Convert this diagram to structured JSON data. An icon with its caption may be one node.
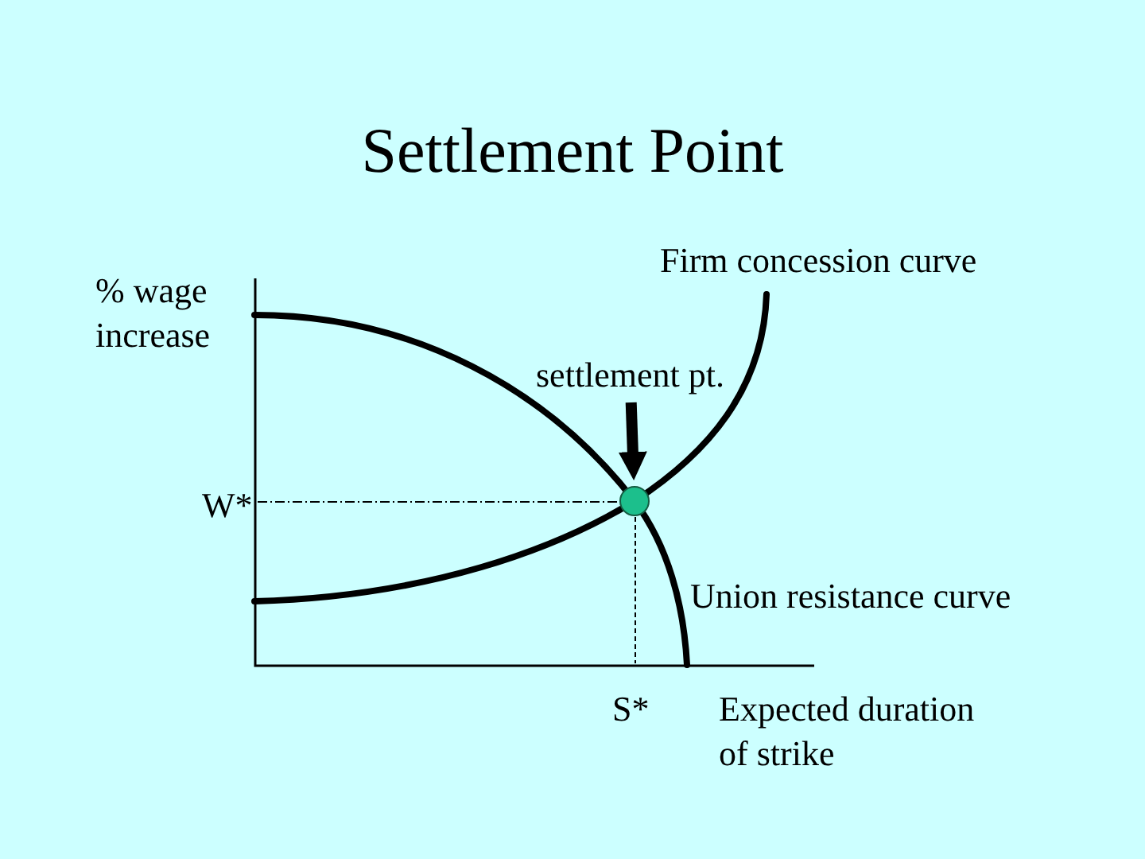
{
  "diagram": {
    "title": "Settlement Point",
    "nodes": [
      {
        "text": [
          "settlement pt."
        ]
      },
      {
        "text": [],
        "shape": "circle"
      }
    ],
    "edges": [
      {
        "from": 0,
        "to": 1,
        "arrow": "to"
      }
    ],
    "labels": [
      "Firm concession curve",
      "% wage increase",
      "W*",
      "Union resistance curve",
      "S*",
      "Expected duration of strike"
    ]
  }
}
